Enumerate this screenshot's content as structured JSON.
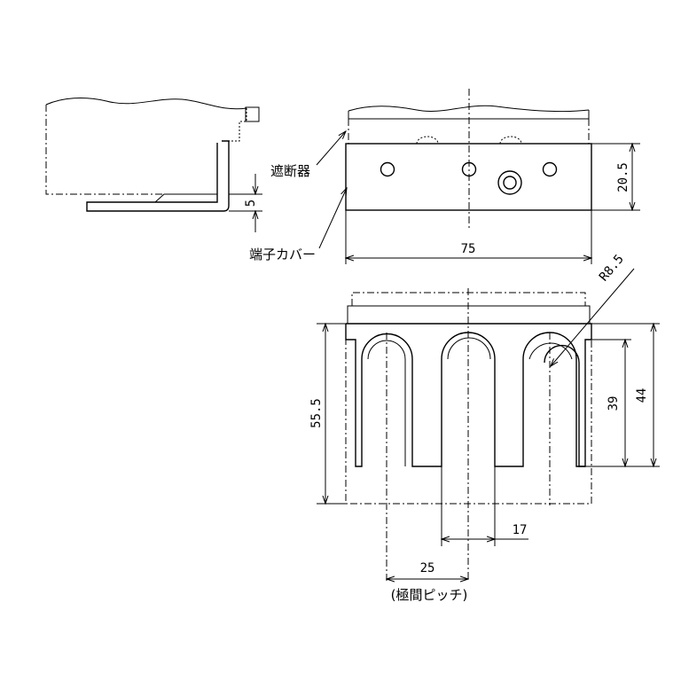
{
  "labels": {
    "breaker": "遮断器",
    "terminal_cover": "端子カバー",
    "pole_pitch": "(極間ピッチ)"
  },
  "dimensions": {
    "side_thickness": "5",
    "front_height": "20.5",
    "front_width": "75",
    "radius": "R8.5",
    "height_total": "55.5",
    "slot_depth": "39",
    "depth_44": "44",
    "slot_width": "17",
    "pitch": "25"
  }
}
